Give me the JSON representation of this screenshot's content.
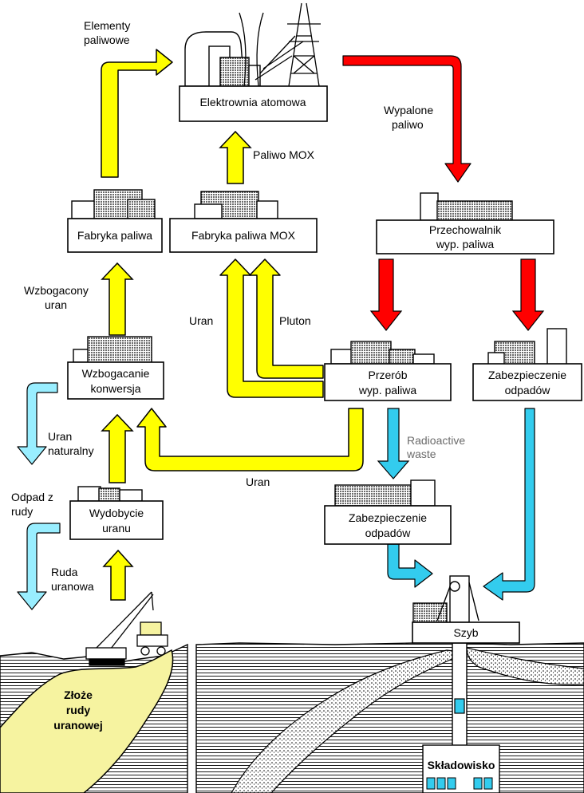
{
  "colors": {
    "uranium_flow": "#ffff00",
    "spent_fuel_flow": "#ff0000",
    "waste_flow": "#33ccee",
    "ore_deposit": "#f6f3a0",
    "outline": "#000000"
  },
  "boxes": {
    "power_plant": "Elektrownia atomowa",
    "fuel_factory": "Fabryka paliwa",
    "mox_factory": "Fabryka paliwa MOX",
    "spent_storage_1": "Przechowalnik",
    "spent_storage_2": "wyp. paliwa",
    "enrichment_1": "Wzbogacanie",
    "enrichment_2": "konwersja",
    "reprocessing_1": "Przerób",
    "reprocessing_2": "wyp. paliwa",
    "waste_secure_right_1": "Zabezpieczenie",
    "waste_secure_right_2": "odpadów",
    "mining_1": "Wydobycie",
    "mining_2": "uranu",
    "waste_secure_mid_1": "Zabezpieczenie",
    "waste_secure_mid_2": "odpadów",
    "shaft": "Szyb"
  },
  "labels": {
    "fuel_elements_1": "Elementy",
    "fuel_elements_2": "paliwowe",
    "spent_fuel_1": "Wypalone",
    "spent_fuel_2": "paliwo",
    "mox_fuel": "Paliwo MOX",
    "enriched_1": "Wzbogacony",
    "enriched_2": "uran",
    "uranium_left": "Uran",
    "plutonium": "Pluton",
    "natural_1": "Uran",
    "natural_2": "naturalny",
    "radioactive_1": "Radioactive",
    "radioactive_2": "waste",
    "uranium_bottom": "Uran",
    "ore_waste_1": "Odpad z",
    "ore_waste_2": "rudy",
    "ore_1": "Ruda",
    "ore_2": "uranowa",
    "deposit_1": "Złoże",
    "deposit_2": "rudy",
    "deposit_3": "uranowej",
    "repository": "Składowisko"
  }
}
